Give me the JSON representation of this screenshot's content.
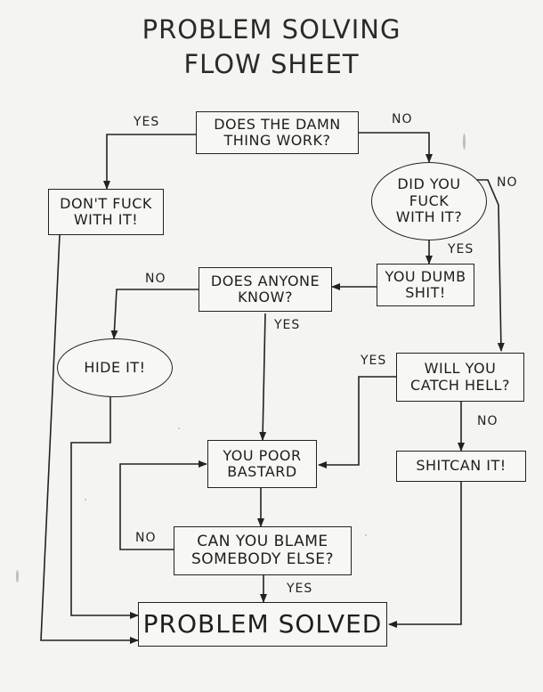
{
  "title": {
    "line1": "PROBLEM SOLVING",
    "line2": "FLOW SHEET"
  },
  "nodes": {
    "does_it_work": "DOES THE DAMN\nTHING WORK?",
    "dont_touch": "DON'T FUCK\nWITH IT!",
    "did_you_touch": "DID YOU\nFUCK\nWITH IT?",
    "dumb": "YOU DUMB\nSHIT!",
    "anyone_know": "DOES ANYONE\nKNOW?",
    "hide_it": "HIDE IT!",
    "catch_hell": "WILL YOU\nCATCH HELL?",
    "poor_bastard": "YOU POOR\nBASTARD",
    "shitcan": "SHITCAN IT!",
    "blame": "CAN YOU BLAME\nSOMEBODY ELSE?",
    "solved": "PROBLEM SOLVED"
  },
  "edge_labels": {
    "work_yes": "YES",
    "work_no": "NO",
    "touch_no": "NO",
    "touch_yes": "YES",
    "know_no": "NO",
    "know_yes": "YES",
    "hell_yes": "YES",
    "hell_no": "NO",
    "blame_no": "NO",
    "blame_yes": "YES"
  },
  "colors": {
    "ink": "#1e1e1e",
    "paper": "#f4f4f2"
  }
}
